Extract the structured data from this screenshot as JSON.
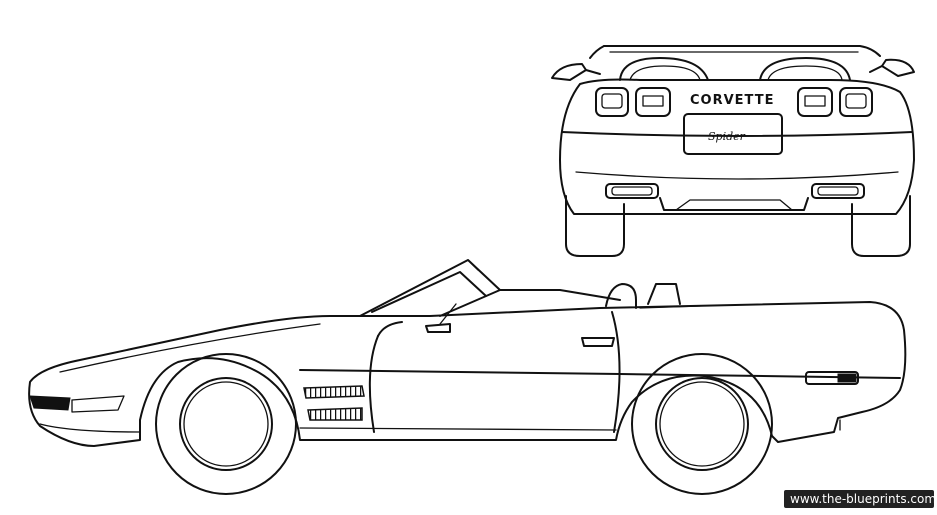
{
  "rear_view": {
    "badge_text": "CORVETTE",
    "plate_text": "Spider"
  },
  "watermark": {
    "text": "www.the-blueprints.com"
  }
}
